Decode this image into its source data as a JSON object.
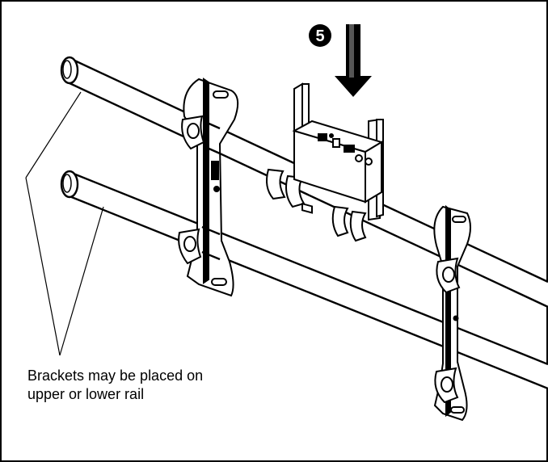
{
  "step": {
    "number": "5"
  },
  "caption": {
    "line1": "Brackets may be placed on",
    "line2": "upper or lower rail"
  }
}
